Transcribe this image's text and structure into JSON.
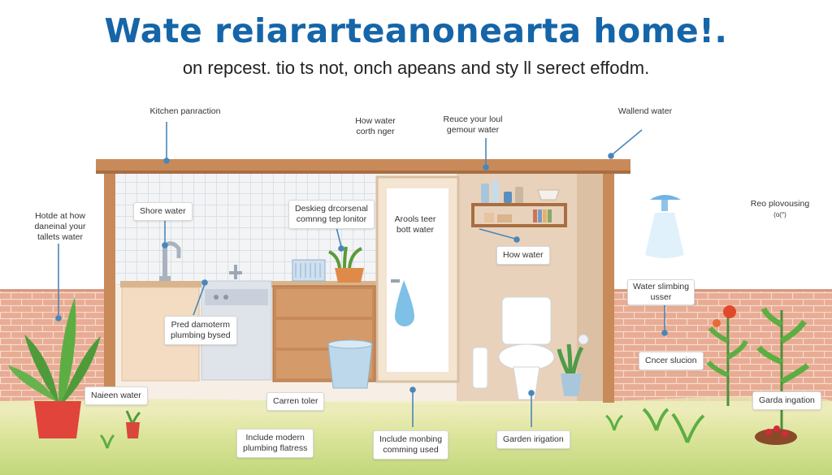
{
  "header": {
    "title": "Wate reiararteanonearta home!.",
    "subtitle": "on repcest. tio ts not,  onch apeans and sty ll serect effodm."
  },
  "labels": {
    "kitchen": "Kitchen panraction",
    "how_water_1": "How water",
    "how_water_2": "corth nger",
    "reduce_1": "Reuce your loul",
    "reduce_2": "gemour water",
    "walland": "Wallend water",
    "hotde_1": "Hotde at how",
    "hotde_2": "daneinal your",
    "hotde_3": "tallets water",
    "shore": "Shore water",
    "deskieg_1": "Deskieg drcorsenal",
    "deskieg_2": "comnng tep lonitor",
    "arools_1": "Arools teer",
    "arools_2": "bott water",
    "how_water_box": "How water",
    "reo_1": "Reo plovousing",
    "reo_2": "(o(°)",
    "pred_1": "Pred damoterm",
    "pred_2": "plumbing bysed",
    "water_slumbing_1": "Water slimbing",
    "water_slumbing_2": "usser",
    "cncer": "Cncer slucion",
    "naieen": "Naieen water",
    "carren": "Carren toler",
    "include_modern_1": "Include modern",
    "include_modern_2": "plumbing flatress",
    "include_monbing_1": "Include monbing",
    "include_monbing_2": "comming used",
    "garden_irrigation": "Garden irigation",
    "garda_irgation": "Garda ingation"
  },
  "colors": {
    "title_blue": "#1565a8",
    "wood": "#c98a5a",
    "brick": "#e3a48c",
    "grass": "#cbdc83",
    "accent_blue": "#4a86b8"
  },
  "icons": [
    "faucet-icon",
    "water-drop-icon",
    "toilet-icon",
    "plant-icon",
    "showerhead-icon",
    "bucket-icon"
  ]
}
